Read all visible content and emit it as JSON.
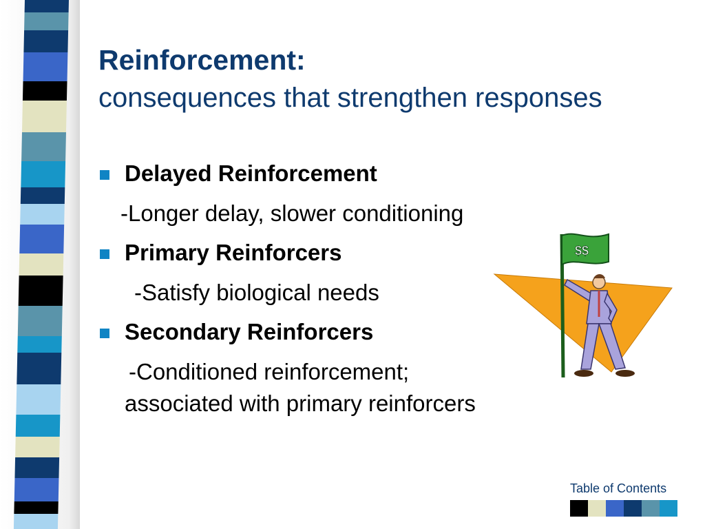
{
  "slide": {
    "title": "Reinforcement:",
    "subtitle": "consequences that strengthen responses",
    "bullets": [
      {
        "heading": "Delayed Reinforcement",
        "detail": "-Longer delay, slower conditioning"
      },
      {
        "heading": "Primary Reinforcers",
        "detail": "-Satisfy biological needs"
      },
      {
        "heading": "Secondary Reinforcers",
        "detail_line1": "-Conditioned reinforcement;",
        "detail_line2": "associated with primary reinforcers"
      }
    ]
  },
  "clipart": {
    "description_icon": "man-with-dollar-flag-icon",
    "flag_text": "$$",
    "colors": {
      "triangle": "#f5a21c",
      "suit": "#a9a3dc",
      "flag": "#3aa33a"
    }
  },
  "footer": {
    "toc_label": "Table of Contents",
    "nav_colors": [
      "#000000",
      "#e3e3c0",
      "#3a66c8",
      "#0e3a6e",
      "#5a94aa",
      "#1796c8"
    ]
  },
  "stripe_colors": [
    "#5a94aa",
    "#0e3a6e",
    "#3a66c8",
    "#000000",
    "#e3e3c0",
    "#1796c8",
    "#a8d4f0",
    "#ffffff"
  ]
}
